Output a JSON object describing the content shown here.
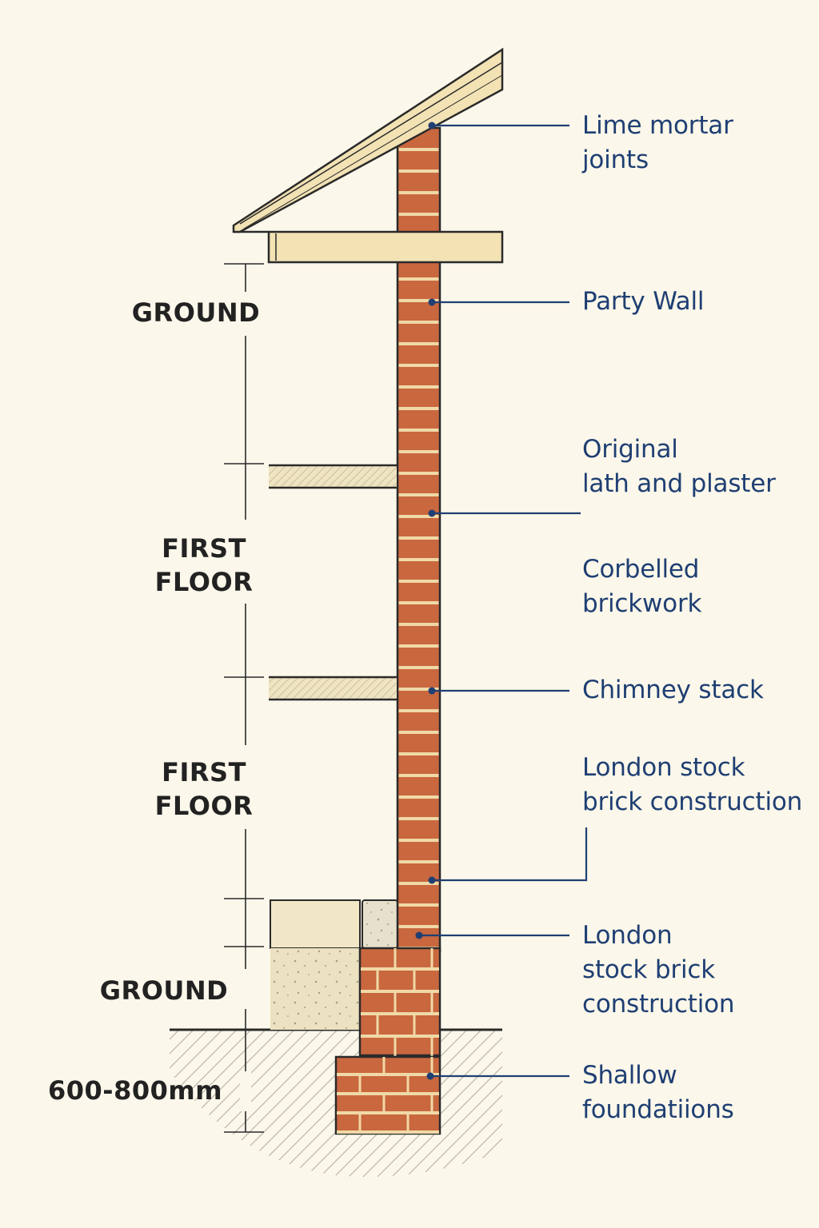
{
  "levels": {
    "top_ground": "GROUND",
    "upper_first_floor": "FIRST\nFLOOR",
    "lower_first_floor": "FIRST\nFLOOR",
    "bottom_ground": "GROUND",
    "depth": "600-800mm"
  },
  "callouts": {
    "lime_mortar": "Lime mortar\njoints",
    "party_wall": "Party Wall",
    "lath_plaster": "Original\nlath and plaster",
    "corbelled": "Corbelled\nbrickwork",
    "chimney": "Chimney stack",
    "london_stock_1": "London stock\nbrick construction",
    "london_stock_2": "London\nstock brick\nconstruction",
    "foundations": "Shallow\nfoundatiions"
  },
  "colors": {
    "background": "#fbf7ea",
    "brick": "#c9673f",
    "mortar": "#f0d9a6",
    "timber": "#f2e2b4",
    "callout_text": "#1f3f73",
    "outline": "#2a2a2a"
  }
}
